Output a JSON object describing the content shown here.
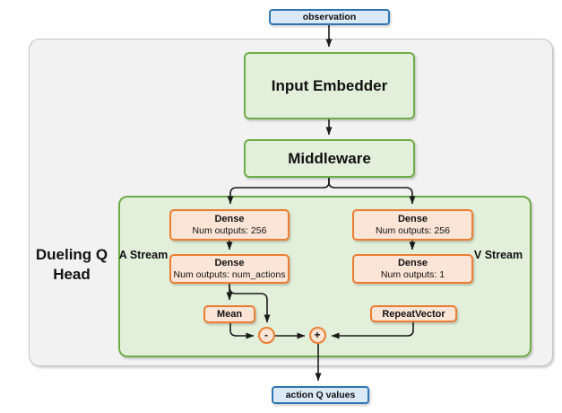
{
  "nodes": {
    "observation": {
      "label": "observation"
    },
    "input_embedder": {
      "label": "Input Embedder"
    },
    "middleware": {
      "label": "Middleware"
    },
    "dueling_q_head": {
      "label": "Dueling Q Head"
    },
    "a_stream": {
      "label": "A Stream"
    },
    "v_stream": {
      "label": "V Stream"
    },
    "a_dense_1": {
      "title": "Dense",
      "subtitle": "Num outputs: 256"
    },
    "a_dense_2": {
      "title": "Dense",
      "subtitle": "Num outputs: num_actions"
    },
    "v_dense_1": {
      "title": "Dense",
      "subtitle": "Num outputs: 256"
    },
    "v_dense_2": {
      "title": "Dense",
      "subtitle": "Num outputs: 1"
    },
    "mean": {
      "label": "Mean"
    },
    "repeat_vector": {
      "label": "RepeatVector"
    },
    "subtract_op": {
      "label": "-"
    },
    "add_op": {
      "label": "+"
    },
    "action_q_values": {
      "label": "action Q values"
    }
  },
  "colors": {
    "io_fill": "#dbe8f6",
    "io_border": "#2e75b6",
    "green_fill": "#e2efda",
    "green_border": "#70ad47",
    "orange_fill": "#fce4d6",
    "orange_border": "#ed7d31",
    "outer_container_fill": "#f2f2f3",
    "outer_container_border": "#c5c5c5",
    "edge_color": "#1a1a1a"
  }
}
